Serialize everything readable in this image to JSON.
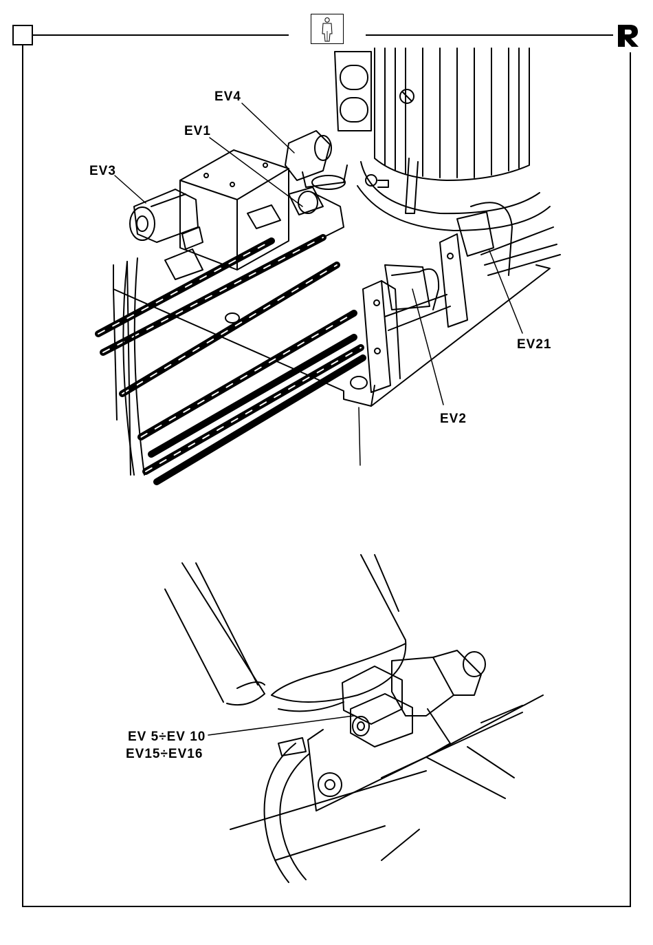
{
  "header": {
    "corner_box": "empty-square",
    "person_icon": "person-standing-icon",
    "brand_logo": "R-logo"
  },
  "upper_figure": {
    "labels": {
      "ev4": "EV4",
      "ev1": "EV1",
      "ev3": "EV3",
      "ev21": "EV21",
      "ev2": "EV2"
    }
  },
  "lower_figure": {
    "labels": {
      "ev5_ev10": "EV 5÷EV 10",
      "ev15_ev16": "EV15÷EV16"
    }
  }
}
